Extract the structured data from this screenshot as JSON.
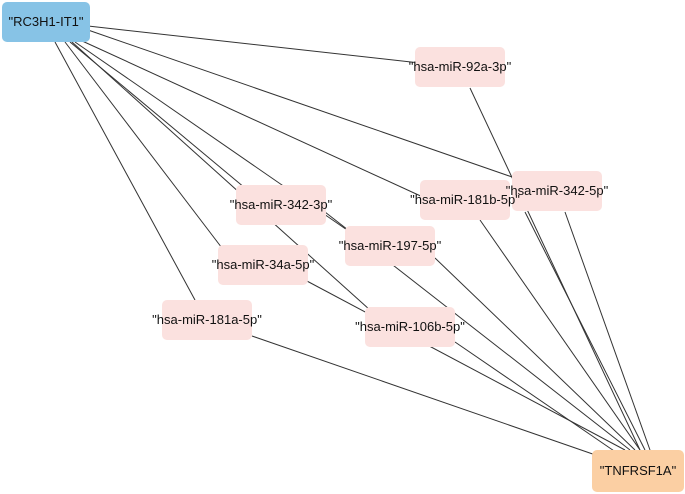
{
  "nodes": {
    "source": {
      "label": "\"RC3H1-IT1\""
    },
    "target": {
      "label": "\"TNFRSF1A\""
    },
    "mirnas": [
      {
        "id": "m92a",
        "label": "\"hsa-miR-92a-3p\""
      },
      {
        "id": "m342_5",
        "label": "\"hsa-miR-342-5p\""
      },
      {
        "id": "m181b",
        "label": "\"hsa-miR-181b-5p\""
      },
      {
        "id": "m342_3",
        "label": "\"hsa-miR-342-3p\""
      },
      {
        "id": "m197",
        "label": "\"hsa-miR-197-5p\""
      },
      {
        "id": "m34a",
        "label": "\"hsa-miR-34a-5p\""
      },
      {
        "id": "m181a",
        "label": "\"hsa-miR-181a-5p\""
      },
      {
        "id": "m106b",
        "label": "\"hsa-miR-106b-5p\""
      }
    ]
  },
  "colors": {
    "source": "#87c3e6",
    "target": "#fbcfa3",
    "mirna": "#fbe1df",
    "edge": "#333333"
  }
}
